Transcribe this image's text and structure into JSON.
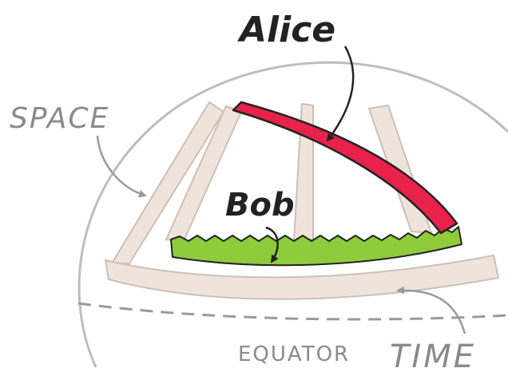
{
  "labels": {
    "alice": "Alice",
    "bob": "Bob",
    "space": "SPACE",
    "equator": "EQUATOR",
    "time": "TIME"
  },
  "colors": {
    "sphere": "#bdbdbd",
    "strip_fill": "#efe4dc",
    "strip_edge": "#cbbfb6",
    "alice_path": "#e8224a",
    "bob_path": "#8fcc3c",
    "ink": "#222222",
    "label_gray": "#8a8a8a"
  }
}
